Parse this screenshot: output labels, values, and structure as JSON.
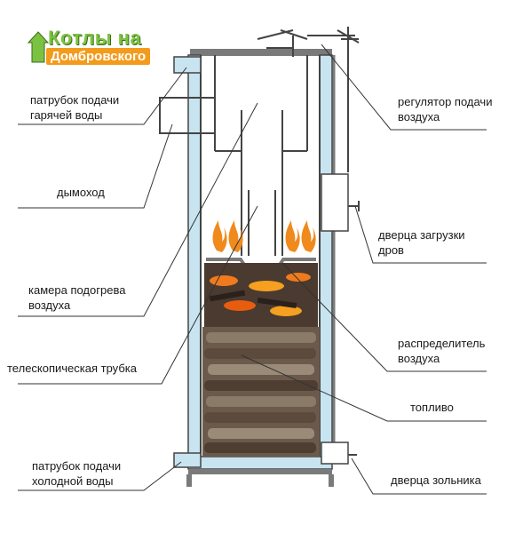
{
  "logo": {
    "line1": "Котлы на",
    "line2": "Домбровского"
  },
  "labels": {
    "hot_water": [
      "патрубок подачи",
      "гарячей воды"
    ],
    "chimney": "дымоход",
    "preheat_chamber": [
      "камера подогрева",
      "воздуха"
    ],
    "telescopic_tube": "телескопическая трубка",
    "cold_water": [
      "патрубок подачи",
      "холодной воды"
    ],
    "air_regulator": [
      "регулятор подачи",
      "воздуха"
    ],
    "loading_door": [
      "дверца загрузки",
      "дров"
    ],
    "air_distributor": [
      "распределитель",
      "воздуха"
    ],
    "fuel": "топливо",
    "ash_door": "дверца зольника"
  },
  "colors": {
    "water_jacket": "#c8e4f0",
    "wall": "#7a7a7a",
    "logo_green": "#7cc242",
    "logo_orange": "#f29b1d",
    "flame": "#f08a1c"
  }
}
